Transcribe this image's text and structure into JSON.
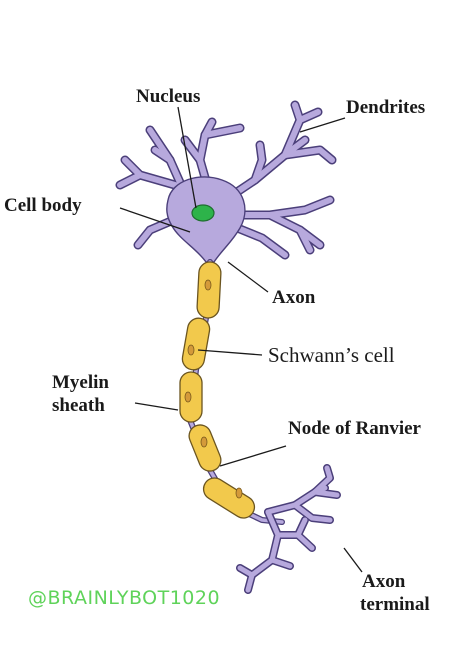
{
  "labels": {
    "nucleus": "Nucleus",
    "dendrites": "Dendrites",
    "cell_body": "Cell body",
    "axon": "Axon",
    "schwanns_cell": "Schwann’s cell",
    "myelin_line1": "Myelin",
    "myelin_line2": "sheath",
    "node_of_ranvier": "Node of Ranvier",
    "axon_terminal_line1": "Axon",
    "axon_terminal_line2": "terminal"
  },
  "watermark": "@BRAINLYBOT1020",
  "colors": {
    "neuron_fill": "#b7a9dd",
    "neuron_outline": "#4b3f7a",
    "nucleus": "#2db34a",
    "myelin_fill": "#f2c94c",
    "watermark": "#5fd35a"
  }
}
